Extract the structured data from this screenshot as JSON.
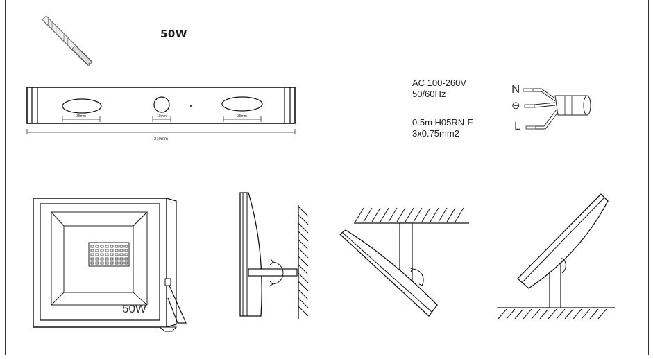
{
  "header": {
    "power_title": "50W"
  },
  "dimension_diagram": {
    "total_width": "210mm",
    "left_hole": "35mm",
    "center_hole": "10mm",
    "right_hole": "35mm"
  },
  "electrical": {
    "voltage": "AC 100-260V",
    "frequency": "50/60Hz",
    "cable_length_type": "0.5m H05RN-F",
    "cable_section": "3x0.75mm2"
  },
  "wiring": {
    "neutral": "N",
    "earth_symbol": "⊖",
    "live": "L"
  },
  "front_view": {
    "power_label": "50W"
  },
  "icons": [
    "drill-bit-icon",
    "wire-plug-icon",
    "floodlight-front-icon",
    "wall-mount-icon",
    "ceiling-mount-icon",
    "floor-mount-icon"
  ]
}
